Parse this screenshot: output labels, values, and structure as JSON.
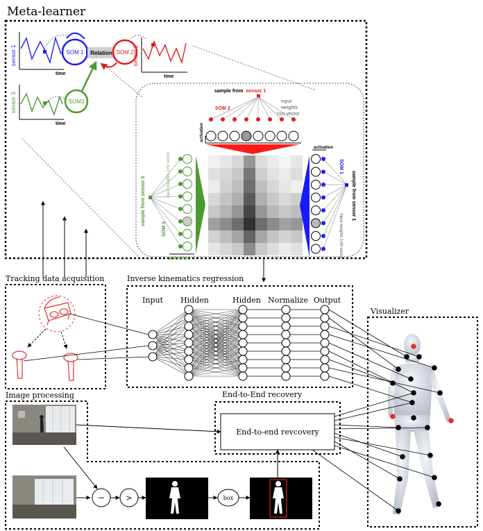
{
  "meta_learner": {
    "title": "Meta-learner",
    "sensor1": "sensor 1",
    "sensor2": "sensor 2",
    "sensor3": "sensor 3",
    "time": "time",
    "som1": "SOM 1",
    "som2": "SOM 2",
    "som3": "SOM3",
    "relation": "Relation"
  },
  "detail": {
    "sample_top": "sample from",
    "sample_top_sensor": "sensor 1",
    "som2_label": "SOM 2",
    "input_weights": [
      "input",
      "weights",
      "1xN vector"
    ],
    "activation": "activation",
    "left_sample": "sample from sensor 3",
    "left_weights": "input weights 1xN vector",
    "left_som": "SOM 3",
    "right_som": "SOM 1",
    "right_sample": "sample from sensor 1",
    "right_weights": "input weights 1xN vector"
  },
  "tracking": {
    "title": "Tracking data acquisition"
  },
  "ik": {
    "title": "Inverse kinematics regression",
    "input": "Input",
    "hidden1": "Hidden",
    "hidden2": "Hidden",
    "normalize": "Normalize",
    "output": "Output"
  },
  "image_processing": {
    "title": "Image processing",
    "minus": "−",
    "gt": ">",
    "box": "box"
  },
  "e2e": {
    "title": "End-to-End recovery",
    "box_label": "End-to-end revcovery"
  },
  "visualizer": {
    "title": "Visualizer"
  },
  "colors": {
    "som1": "#1a1aff",
    "som2": "#e01b1b",
    "som3": "#4e9a2e",
    "tracker": "#e03030"
  }
}
